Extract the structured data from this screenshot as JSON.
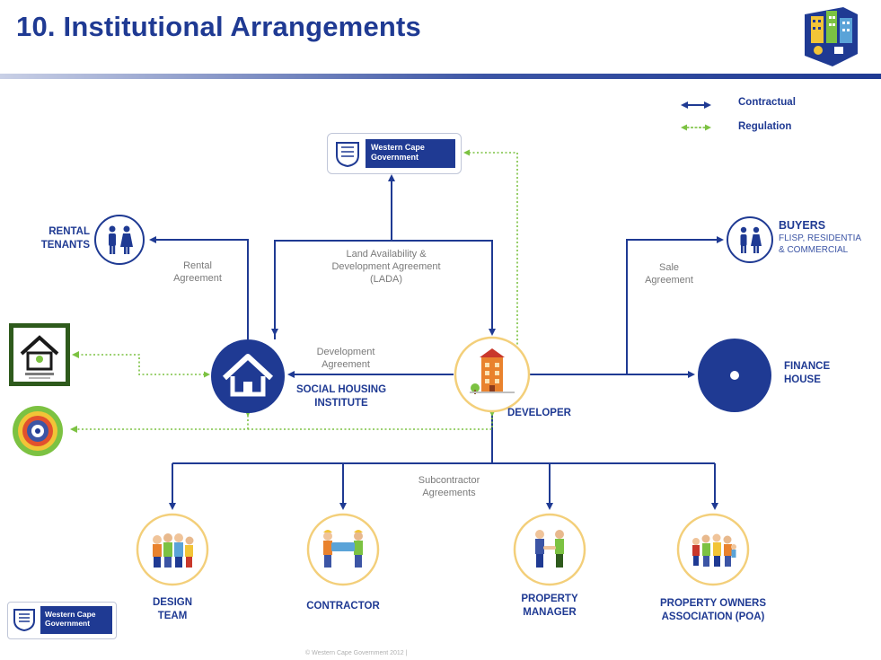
{
  "title": "10. Institutional Arrangements",
  "legend": {
    "contractual": "Contractual",
    "regulation": "Regulation"
  },
  "government": {
    "line1": "Western Cape",
    "line2": "Government"
  },
  "nodes": {
    "rental_tenants": {
      "line1": "RENTAL",
      "line2": "TENANTS"
    },
    "buyers": {
      "title": "BUYERS",
      "line1": "FLISP, RESIDENTIA",
      "line2": "& COMMERCIAL"
    },
    "social_housing": {
      "line1": "SOCIAL HOUSING",
      "line2": "INSTITUTE"
    },
    "developer": "DEVELOPER",
    "finance_house": {
      "line1": "FINANCE",
      "line2": "HOUSE"
    },
    "design_team": {
      "line1": "DESIGN",
      "line2": "TEAM"
    },
    "contractor": "CONTRACTOR",
    "property_manager": {
      "line1": "PROPERTY",
      "line2": "MANAGER"
    },
    "poa": {
      "line1": "PROPERTY OWNERS",
      "line2": "ASSOCIATION (POA)"
    }
  },
  "agreements": {
    "rental": {
      "line1": "Rental",
      "line2": "Agreement"
    },
    "lada": {
      "line1": "Land Availability &",
      "line2": "Development Agreement",
      "line3": "(LADA)"
    },
    "sale": {
      "line1": "Sale",
      "line2": "Agreement"
    },
    "development": {
      "line1": "Development",
      "line2": "Agreement"
    },
    "subcontractor": {
      "line1": "Subcontractor",
      "line2": "Agreements"
    }
  },
  "footer": "© Western Cape Government 2012  |",
  "colors": {
    "navy": "#1f3a93",
    "green": "#7cc242",
    "gold": "#f0b44c",
    "ring": "#f3cf7a"
  },
  "icons": {
    "corner_logo": "building-collage-icon",
    "tenants": "people-icon",
    "buyers": "people-icon",
    "social_housing": "house-icon",
    "developer": "building-icon",
    "finance_house": "circle-icon",
    "design_team": "team-icon",
    "contractor": "workers-icon",
    "property_manager": "handshake-icon",
    "poa": "group-icon",
    "regulator_1": "house-seal-icon",
    "regulator_2": "emblem-seal-icon"
  }
}
